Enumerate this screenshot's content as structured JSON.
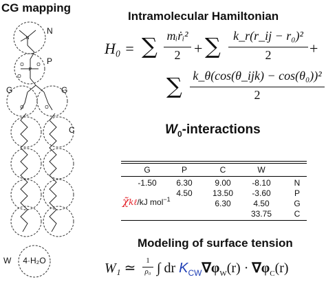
{
  "mapping": {
    "title": "CG mapping",
    "bead_labels": {
      "N": "N",
      "P": "P",
      "G1": "G",
      "G2": "G",
      "C": "C",
      "W": "W"
    },
    "water_bead_text": "4·H₂O"
  },
  "hamiltonian": {
    "title": "Intramolecular Hamiltonian",
    "lhs": "H₀ =",
    "kinetic_num": "mᵢṙᵢ²",
    "kinetic_den": "2",
    "bond_num": "k_r(r_ij − r₀)²",
    "bond_den": "2",
    "angle_num": "k_θ(cos(θ_ijk) − cos(θ₀))²",
    "angle_den": "2",
    "plus": "+",
    "sum_symbol": "∑"
  },
  "interactions": {
    "title_symbol": "W",
    "title_sub": "0",
    "title_rest": "-interactions",
    "columns": [
      "G",
      "P",
      "C",
      "W"
    ],
    "rows": [
      {
        "cells": [
          "-1.50",
          "6.30",
          "9.00",
          "-8.10"
        ],
        "label": "N"
      },
      {
        "cells": [
          "",
          "4.50",
          "13.50",
          "-3.60"
        ],
        "label": "P"
      },
      {
        "cells": [
          "",
          "",
          "6.30",
          "4.50"
        ],
        "label": "G"
      },
      {
        "cells": [
          "",
          "",
          "",
          "33.75"
        ],
        "label": "C"
      }
    ],
    "chi_symbol": "χ̃",
    "chi_sub": "kℓ",
    "unit": "/kJ mol",
    "unit_exp": "−1"
  },
  "surface": {
    "title": "Modeling of surface tension",
    "lhs": "W₁",
    "approx": "≃",
    "frac_num": "1",
    "frac_den": "ρ₀",
    "integral": "∫ dr",
    "kappa": "K",
    "kappa_sub": "CW",
    "term1": "∇φ",
    "term1_sub": "W",
    "term1_arg": "(r)",
    "dot": "·",
    "term2": "∇φ",
    "term2_sub": "C",
    "term2_arg": "(r)",
    "colors": {
      "kappa": "#1f3fb5",
      "chi": "#e31b23"
    }
  }
}
